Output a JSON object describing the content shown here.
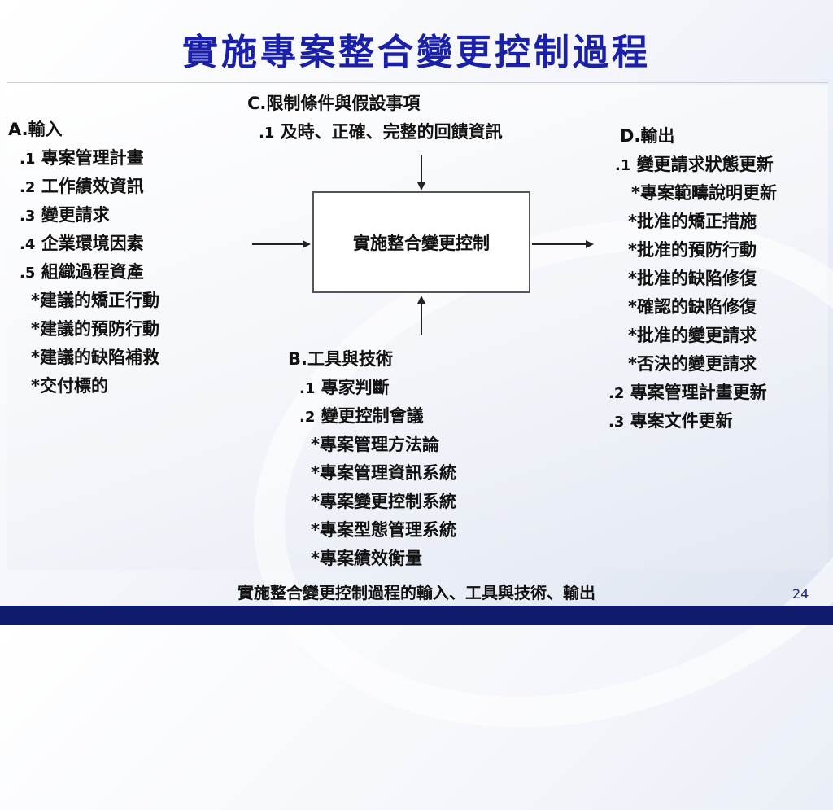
{
  "title": "實施專案整合變更控制過程",
  "caption": "實施整合變更控制過程的輸入、工具與技術、輸出",
  "page_number": "24",
  "colors": {
    "title": "#1a20a8",
    "footer_bar": "#0f1c6e"
  },
  "process_box": "實施整合變更控制",
  "constraints": {
    "heading": "C.限制條件與假設事項",
    "items": [
      {
        "num": ".1",
        "text": "及時、正確、完整的回饋資訊"
      }
    ]
  },
  "inputs": {
    "heading": "A.輸入",
    "items": [
      {
        "num": ".1",
        "text": "專案管理計畫"
      },
      {
        "num": ".2",
        "text": "工作績效資訊"
      },
      {
        "num": ".3",
        "text": "變更請求"
      },
      {
        "num": ".4",
        "text": "企業環境因素"
      },
      {
        "num": ".5",
        "text": "組織過程資產"
      }
    ],
    "subitems": [
      "*建議的矯正行動",
      "*建議的預防行動",
      "*建議的缺陷補救",
      "*交付標的"
    ]
  },
  "tools": {
    "heading": "B.工具與技術",
    "items": [
      {
        "num": ".1",
        "text": "專家判斷"
      },
      {
        "num": ".2",
        "text": "變更控制會議"
      }
    ],
    "subitems": [
      "*專案管理方法論",
      "*專案管理資訊系統",
      "*專案變更控制系統",
      "*專案型態管理系統",
      "*專案績效衡量"
    ]
  },
  "outputs": {
    "heading": "D.輸出",
    "item1": {
      "num": ".1",
      "text": "變更請求狀態更新"
    },
    "subitems": [
      "*專案範疇說明更新",
      "*批准的矯正措施",
      "*批准的預防行動",
      "*批准的缺陷修復",
      "*確認的缺陷修復",
      "*批准的變更請求",
      "*否決的變更請求"
    ],
    "item2": {
      "num": ".2",
      "text": "專案管理計畫更新"
    },
    "item3": {
      "num": ".3",
      "text": "專案文件更新"
    }
  }
}
